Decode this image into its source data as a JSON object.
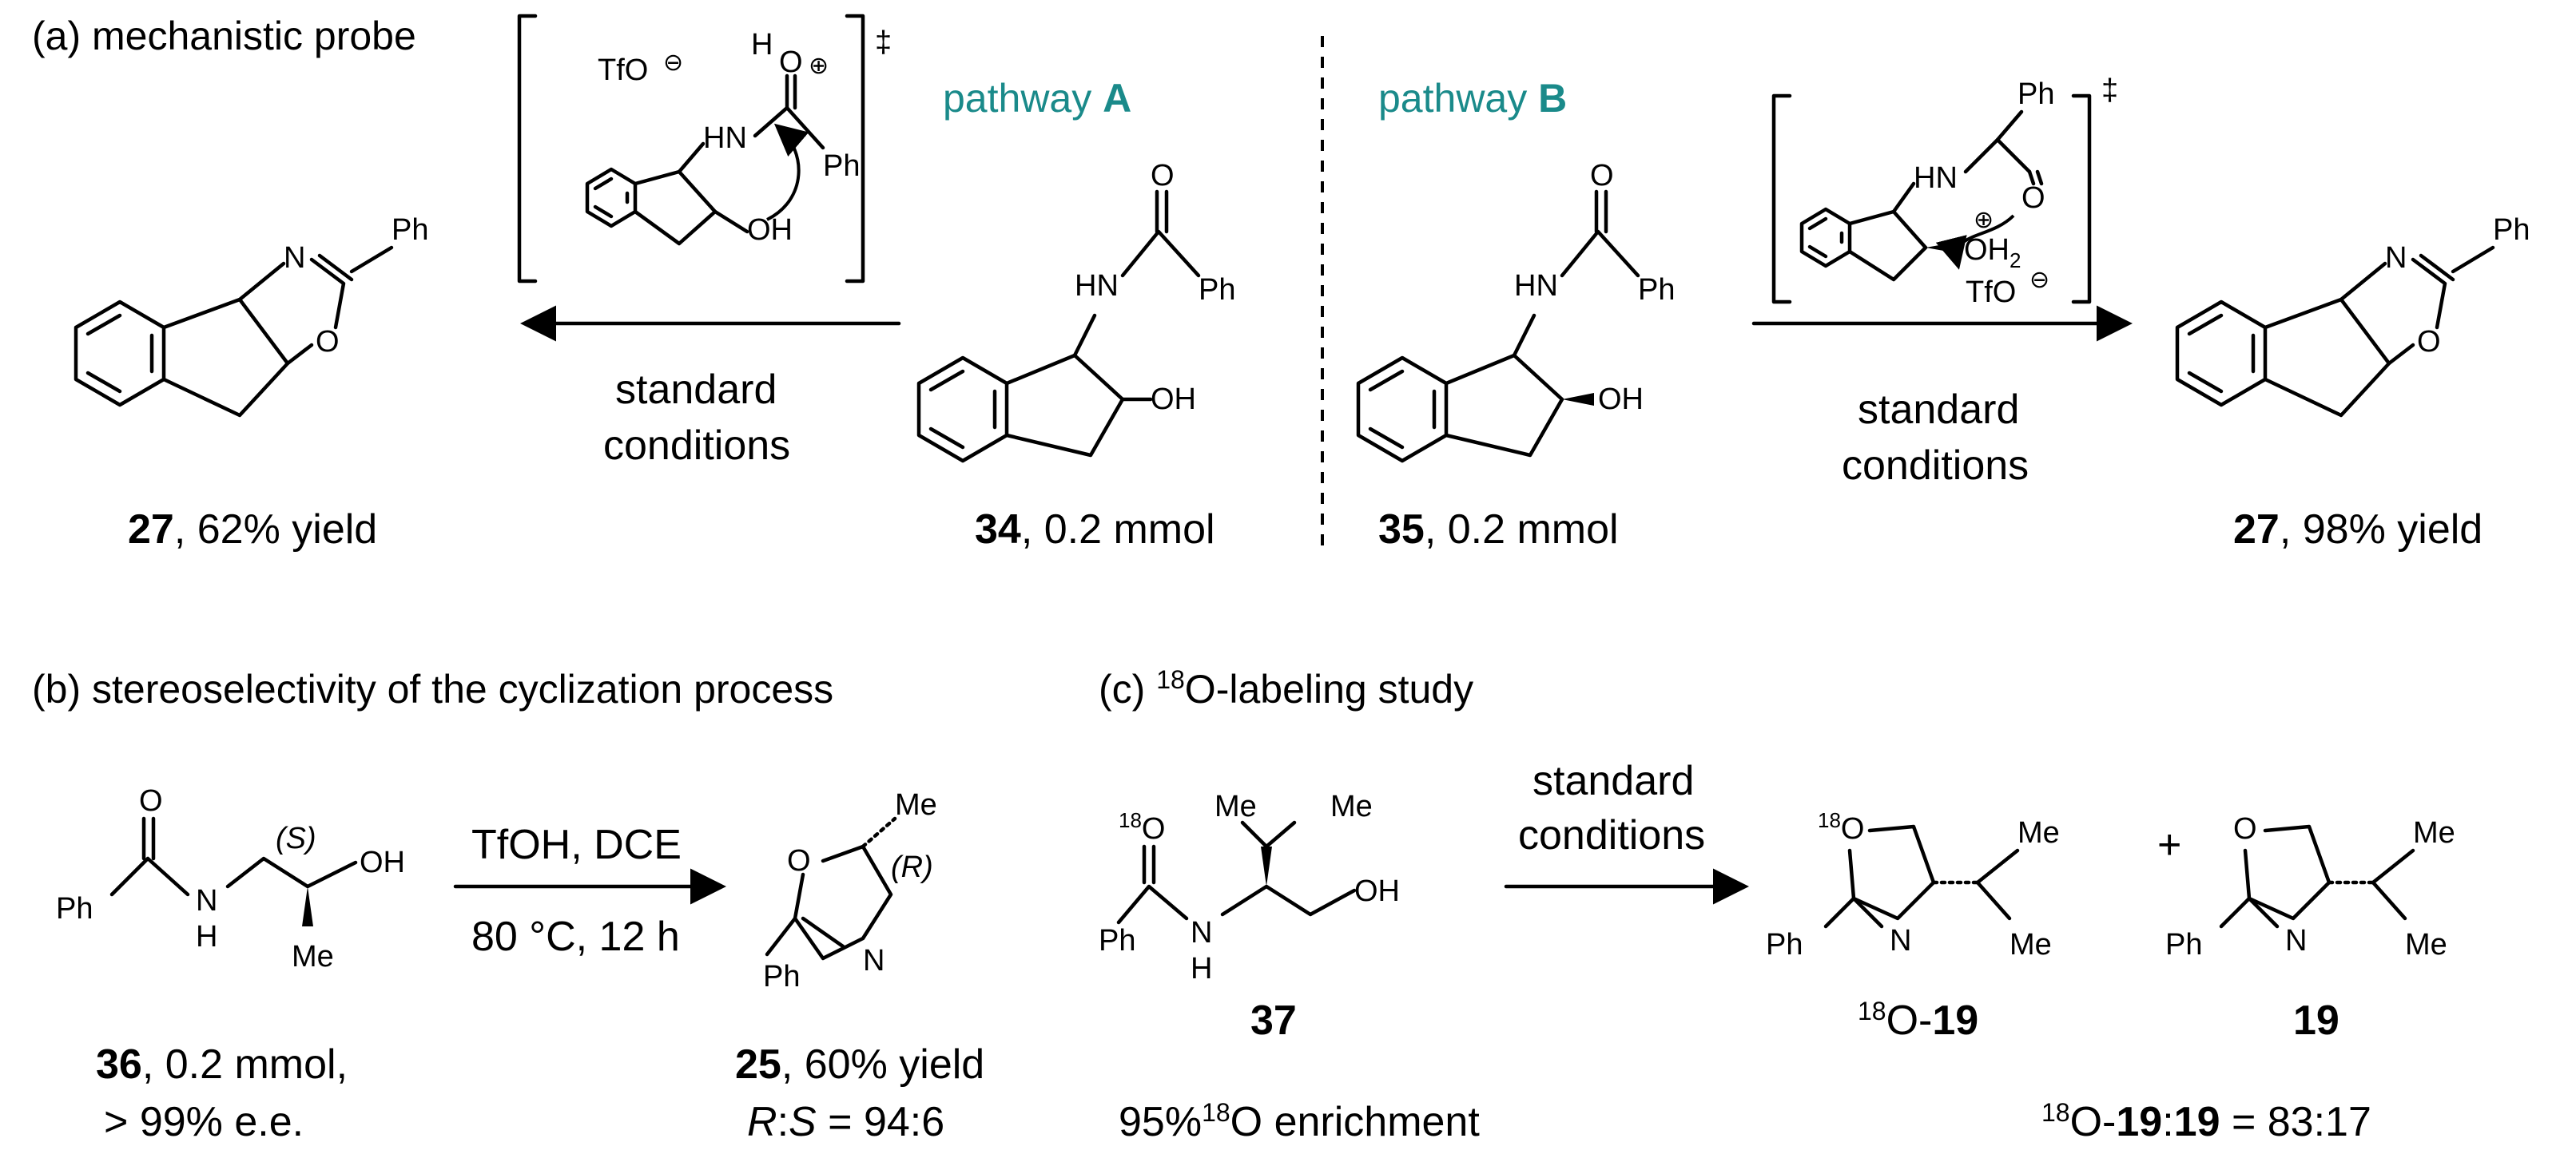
{
  "panel_a": {
    "title": "(a) mechanistic probe",
    "pathway_a": "pathway",
    "pathway_a_letter": "A",
    "pathway_b": "pathway",
    "pathway_b_letter": "B",
    "conditions_line1": "standard",
    "conditions_line2": "conditions",
    "product_left_num": "27",
    "product_left_rest": ", 62% yield",
    "sm_34_num": "34",
    "sm_34_rest": ", 0.2 mmol",
    "sm_35_num": "35",
    "sm_35_rest": ", 0.2 mmol",
    "product_right_num": "27",
    "product_right_rest": ", 98% yield",
    "ts_counterion": "TfO",
    "ts_dagger": "‡"
  },
  "panel_b": {
    "title": "(b) stereoselectivity of the cyclization process",
    "reagents": "TfOH, DCE",
    "temp_time": "80 °C, 12 h",
    "sm_num": "36",
    "sm_rest": ", 0.2 mmol,",
    "sm_ee": "> 99% e.e.",
    "product_num": "25",
    "product_rest": ", 60% yield",
    "ratio_r": "R",
    "ratio_s": "S",
    "ratio_value": " = 94:6"
  },
  "panel_c": {
    "title_prefix": "(c) ",
    "title_iso": "18",
    "title_rest": "O-labeling study",
    "conditions_line1": "standard",
    "conditions_line2": "conditions",
    "sm_num": "37",
    "enrichment_prefix": "95%",
    "enrichment_iso": "18",
    "enrichment_rest": "O enrichment",
    "plus": "+",
    "p1_iso": "18",
    "p1_o": "O-",
    "p1_num": "19",
    "p2_num": "19",
    "ratio_iso": "18",
    "ratio_o": "O-",
    "ratio_num1": "19",
    "ratio_colon": ":",
    "ratio_num2": "19",
    "ratio_value": " = 83:17"
  },
  "atoms": {
    "ph": "Ph",
    "me": "Me",
    "n": "N",
    "o": "O",
    "oh": "OH",
    "hn": "HN",
    "h": "H",
    "oh2": "OH",
    "oh2_sub": "2",
    "o18": "18",
    "s_label": "S",
    "r_label": "R"
  },
  "colors": {
    "accent": "#1a8a8a",
    "ink": "#000000",
    "background": "#ffffff"
  }
}
